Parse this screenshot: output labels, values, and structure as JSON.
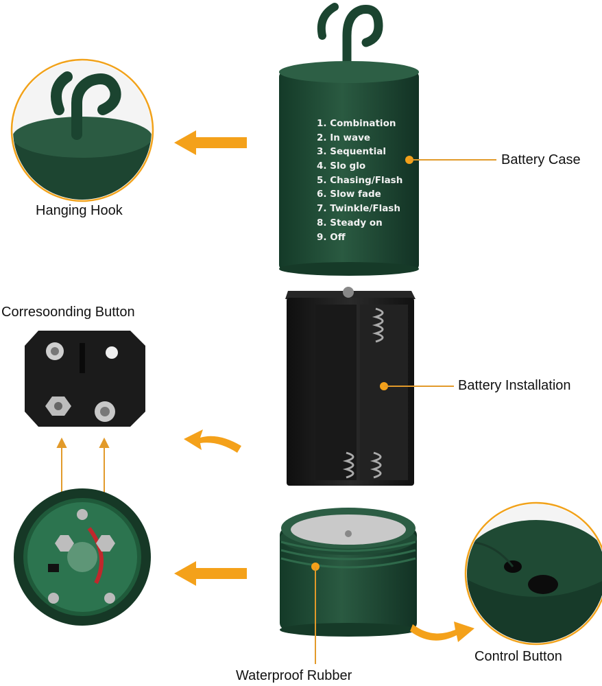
{
  "labels": {
    "battery_case": "Battery Case",
    "hanging_hook": "Hanging Hook",
    "corresponding_button": "Corresoonding Button",
    "battery_installation": "Battery Installation",
    "waterproof_rubber": "Waterproof Rubber",
    "control_button": "Control Button"
  },
  "modes": [
    "1. Combination",
    "2. In wave",
    "3. Sequential",
    "4. Slo glo",
    "5. Chasing/Flash",
    "6. Slow fade",
    "7. Twinkle/Flash",
    "8. Steady on",
    "9. Off"
  ],
  "colors": {
    "case_green": "#1e4a34",
    "accent_orange": "#f4a11a",
    "callout_line": "#e29a2a",
    "holder_black": "#1c1c1c"
  }
}
